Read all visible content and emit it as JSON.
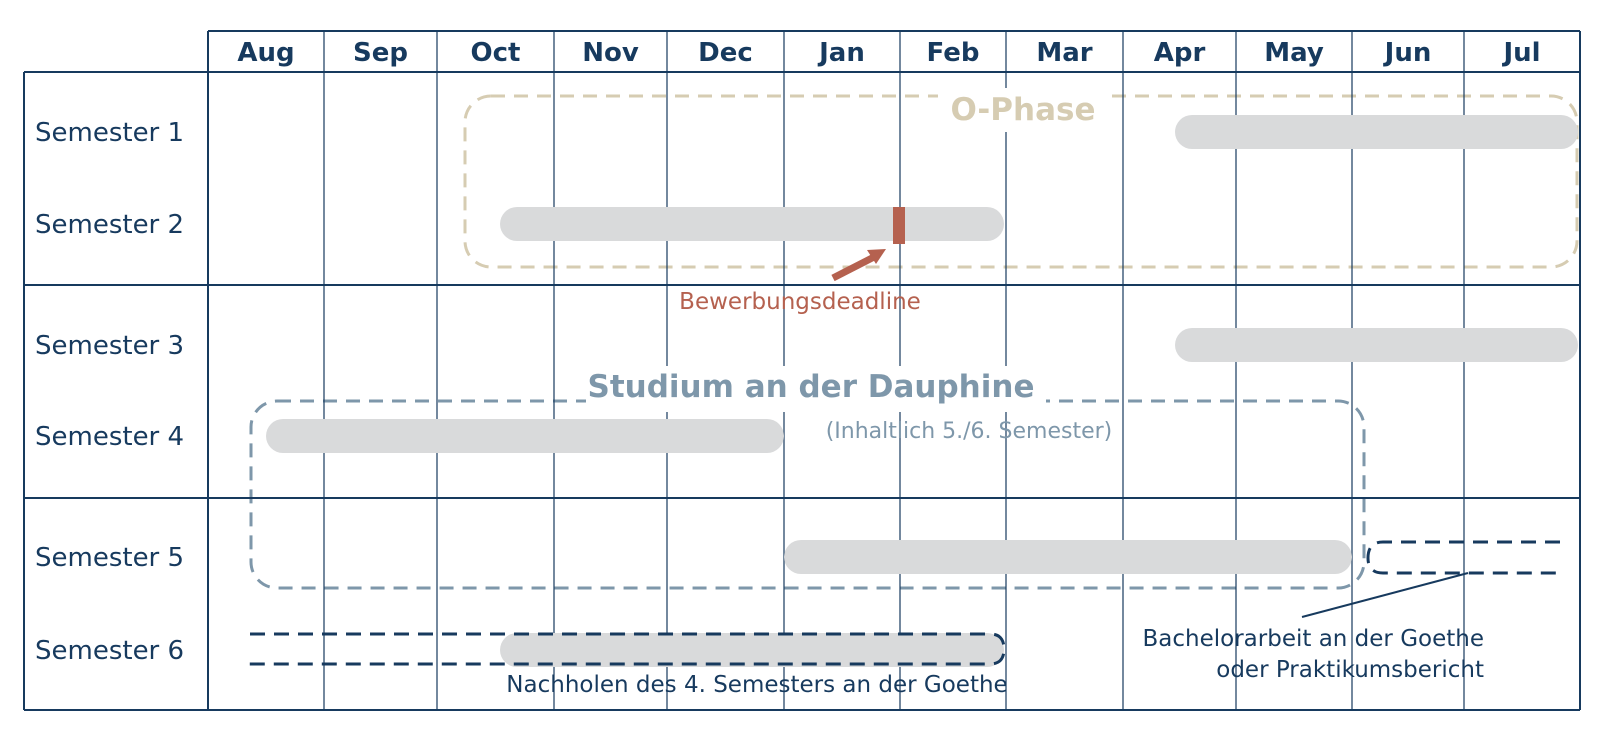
{
  "months": [
    "Aug",
    "Sep",
    "Oct",
    "Nov",
    "Dec",
    "Jan",
    "Feb",
    "Mar",
    "Apr",
    "May",
    "Jun",
    "Jul"
  ],
  "semesters": [
    "Semester 1",
    "Semester 2",
    "Semester 3",
    "Semester 4",
    "Semester 5",
    "Semester 6"
  ],
  "bars": [
    {
      "semester": "Semester 1",
      "start": "Apr",
      "end": "Jul"
    },
    {
      "semester": "Semester 2",
      "start": "Oct",
      "end": "Feb"
    },
    {
      "semester": "Semester 3",
      "start": "Apr",
      "end": "Jul"
    },
    {
      "semester": "Semester 4",
      "start": "Aug",
      "end": "Dec"
    },
    {
      "semester": "Semester 5",
      "start": "Jan",
      "end": "May"
    },
    {
      "semester": "Semester 6",
      "start": "Oct",
      "end": "Feb"
    }
  ],
  "regions": {
    "o_phase": {
      "title": "O-Phase",
      "color": "#d6ccb2"
    },
    "dauphine": {
      "title": "Studium an der Dauphine",
      "subtitle": "(Inhaltlich 5./6. Semester)",
      "color": "#7e97aa"
    }
  },
  "annotations": {
    "deadline": {
      "label": "Bewerbungsdeadline",
      "color": "#b5614f"
    },
    "nachholen": {
      "label": "Nachholen des 4. Semesters an der Goethe"
    },
    "bachelor": {
      "line1": "Bachelorarbeit an der Goethe",
      "line2": "oder Praktikumsbericht"
    }
  },
  "colors": {
    "grid": "#173a5e",
    "bar": "#d9dadb",
    "text": "#173a5e"
  }
}
